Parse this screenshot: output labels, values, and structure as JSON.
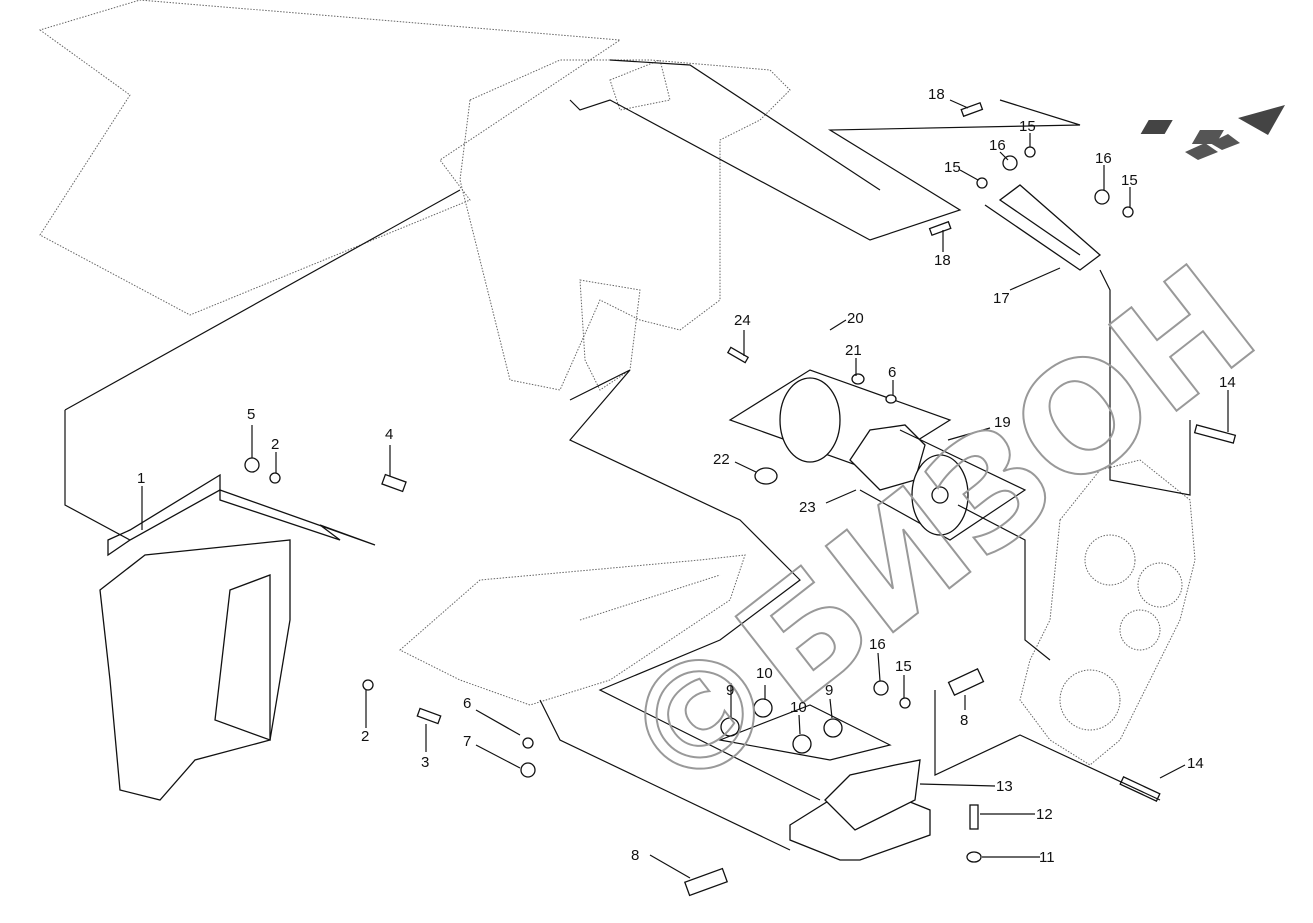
{
  "diagram": {
    "watermark": "©БИЗОН",
    "callouts": [
      "18",
      "15",
      "16",
      "16",
      "15",
      "15",
      "18",
      "17",
      "14",
      "24",
      "20",
      "21",
      "6",
      "19",
      "22",
      "23",
      "5",
      "2",
      "4",
      "1",
      "2",
      "3",
      "6",
      "7",
      "9",
      "10",
      "10",
      "9",
      "16",
      "15",
      "8",
      "13",
      "12",
      "11",
      "14",
      "8"
    ],
    "direction_arrow": "forward-arrow-icon"
  }
}
